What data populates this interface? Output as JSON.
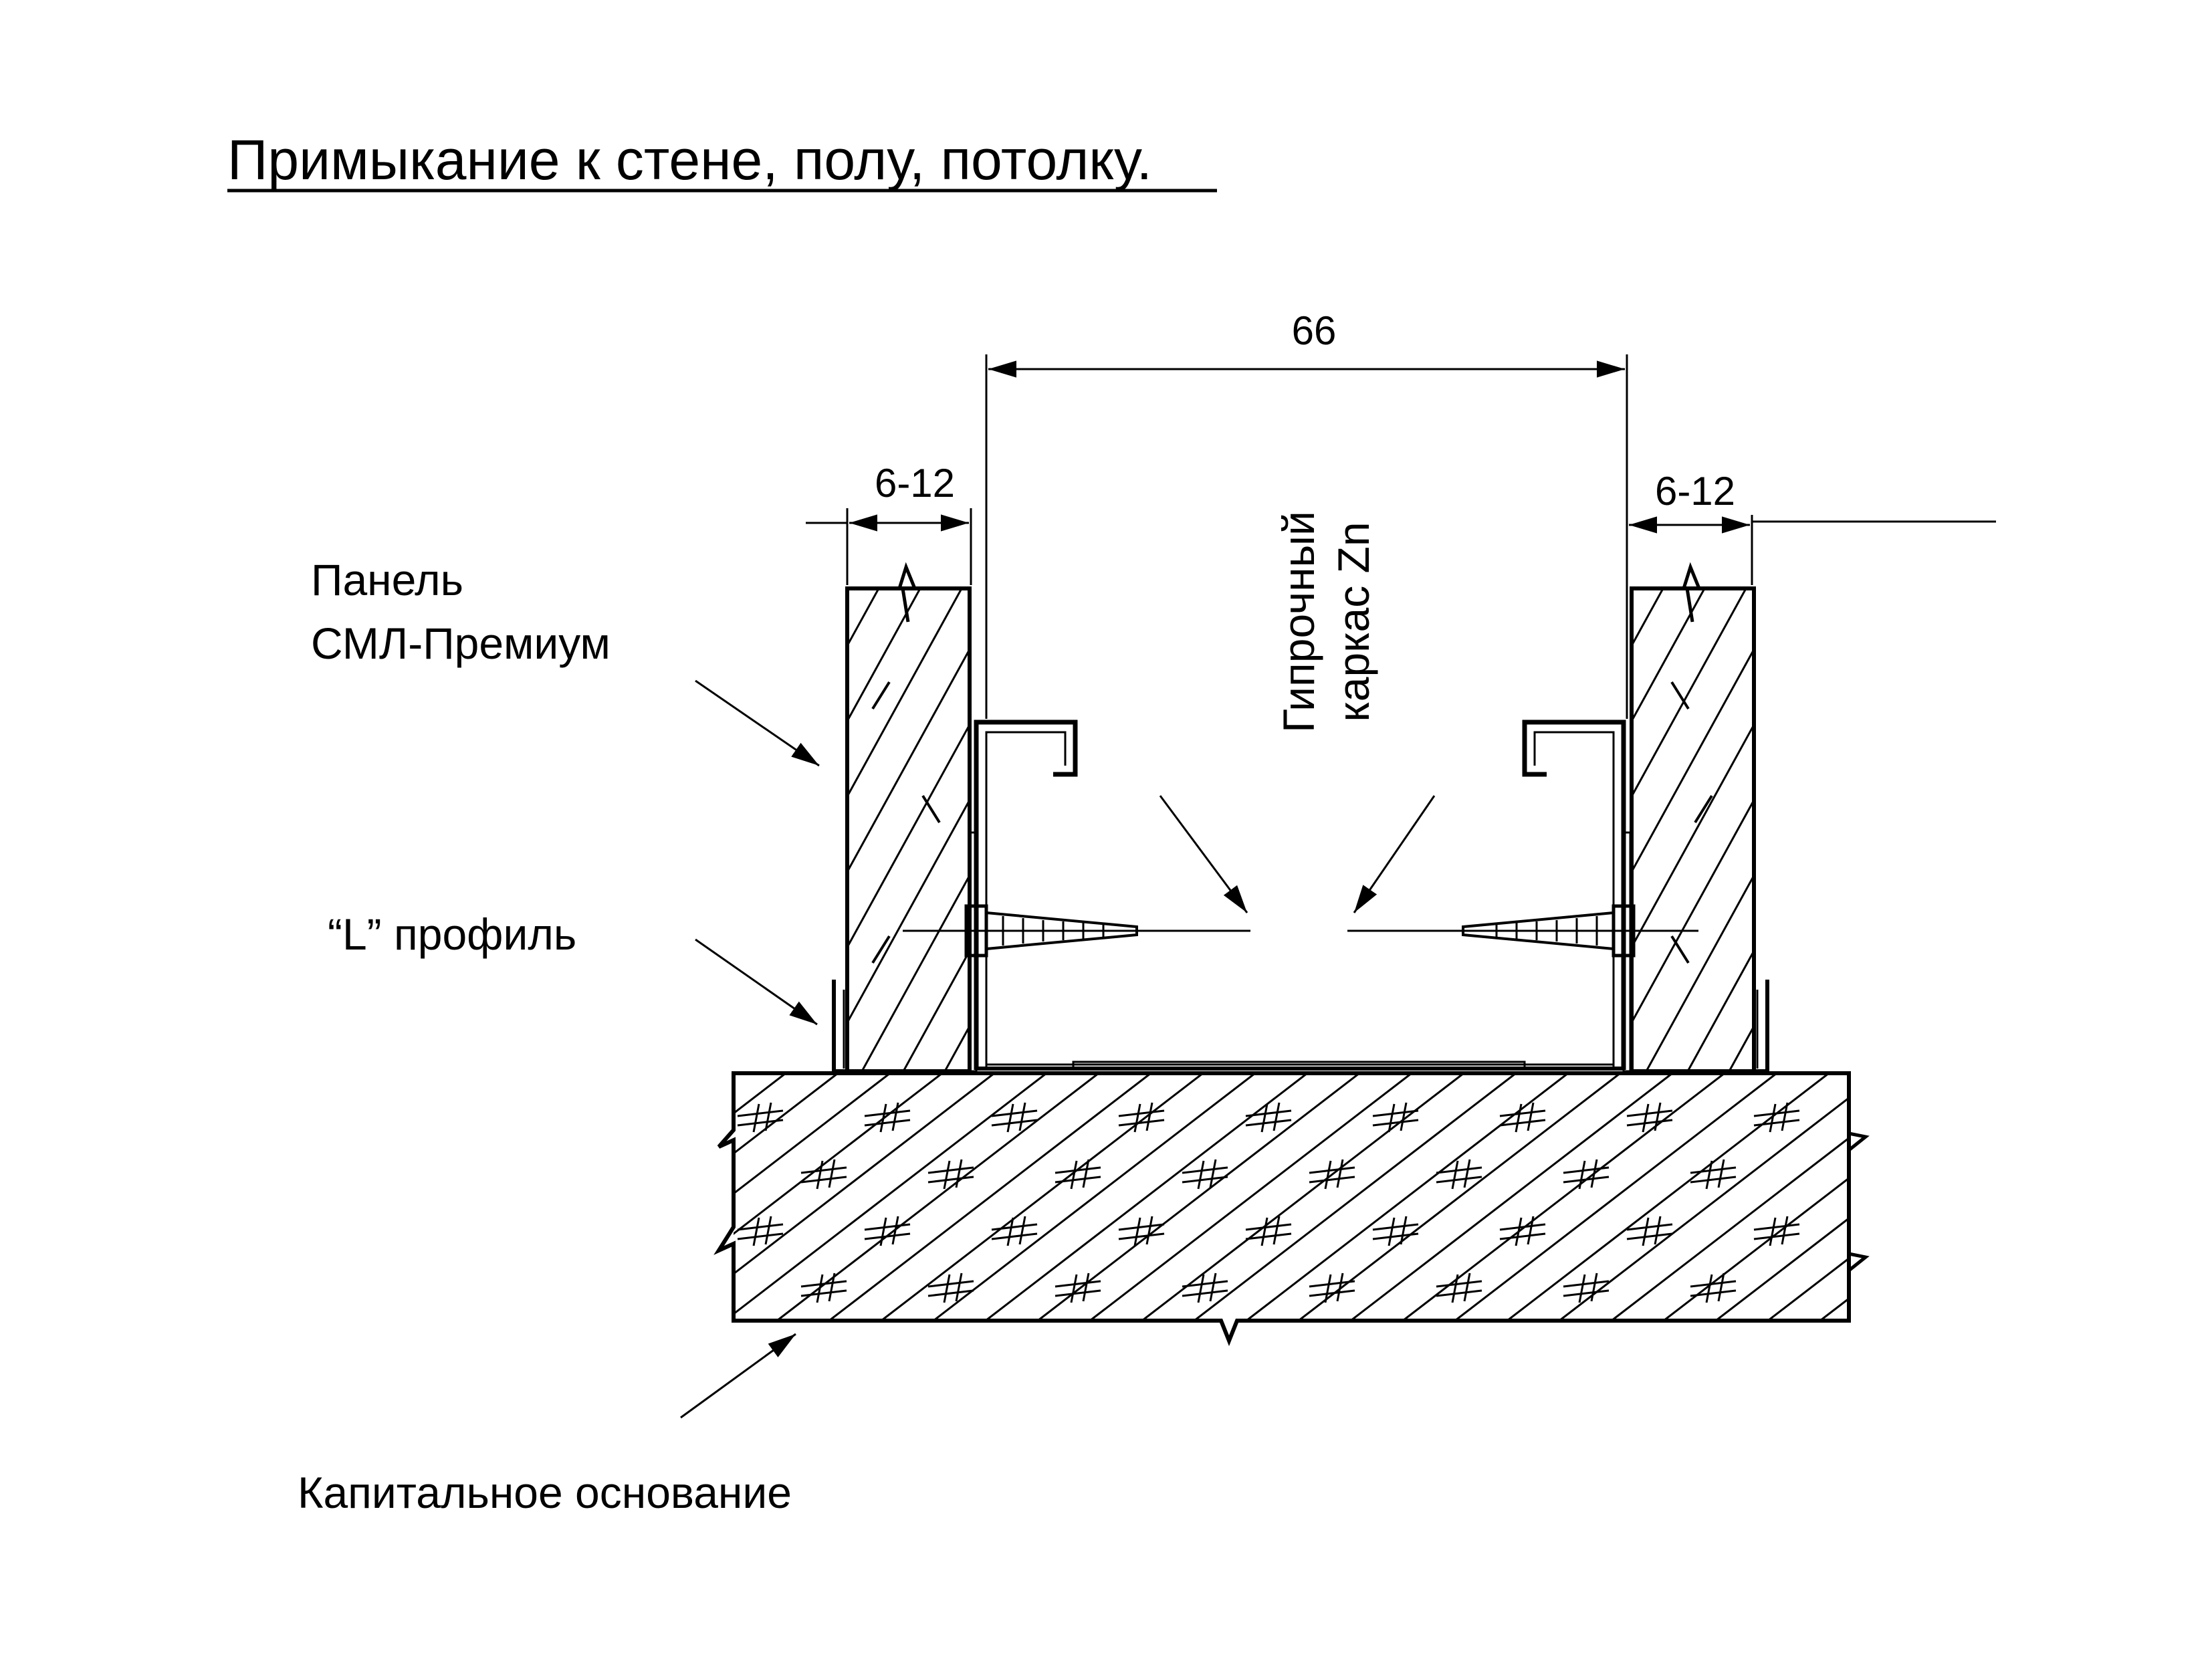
{
  "title": "Примыкание к стене, полу, потолку.",
  "dimensions": {
    "top_width": "66",
    "left_gap": "6-12",
    "right_gap": "6-12"
  },
  "labels": {
    "panel_line1": "Панель",
    "panel_line2": "СМЛ-Премиум",
    "l_profile": "“L” профиль",
    "frame_line1": "Гипрочный",
    "frame_line2": "каркас Zn",
    "base": "Капитальное основание"
  }
}
